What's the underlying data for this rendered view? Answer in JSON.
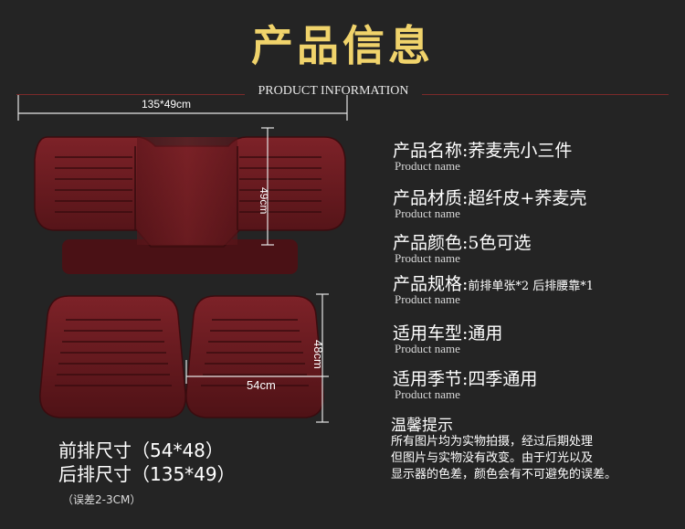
{
  "header": {
    "title": "产品信息",
    "subtitle": "PRODUCT  INFORMATION"
  },
  "dimensions": {
    "rear_width": "135*49cm",
    "rear_height": "49cm",
    "front_height": "48cm",
    "front_width": "54cm"
  },
  "specs": [
    {
      "label": "产品名称:",
      "value": "荞麦壳小三件",
      "en": "Product  name"
    },
    {
      "label": "产品材质:",
      "value": "超纤皮+荞麦壳",
      "en": "Product  name"
    },
    {
      "label": "产品颜色:",
      "value": "5色可选",
      "en": "Product  name"
    },
    {
      "label": "产品规格:",
      "value": "前排单张*2  后排腰靠*1",
      "en": "Product  name"
    },
    {
      "label": "适用车型:",
      "value": "通用",
      "en": "Product  name"
    },
    {
      "label": "适用季节:",
      "value": "四季通用",
      "en": "Product  name"
    }
  ],
  "notice": {
    "title": "温馨提示",
    "lines": [
      "所有图片均为实物拍摄，经过后期处理",
      "但图片与实物没有改变。由于灯光以及",
      "显示器的色差，颜色会有不可避免的误差。"
    ]
  },
  "sizes": {
    "front": "前排尺寸（54*48）",
    "rear": "后排尺寸（135*49）",
    "error": "（误差2-3CM）"
  },
  "colors": {
    "background": "#242424",
    "title": "#f0d36b",
    "cushion": "#6b1a1e",
    "accent_line": "#7a2a2a"
  }
}
